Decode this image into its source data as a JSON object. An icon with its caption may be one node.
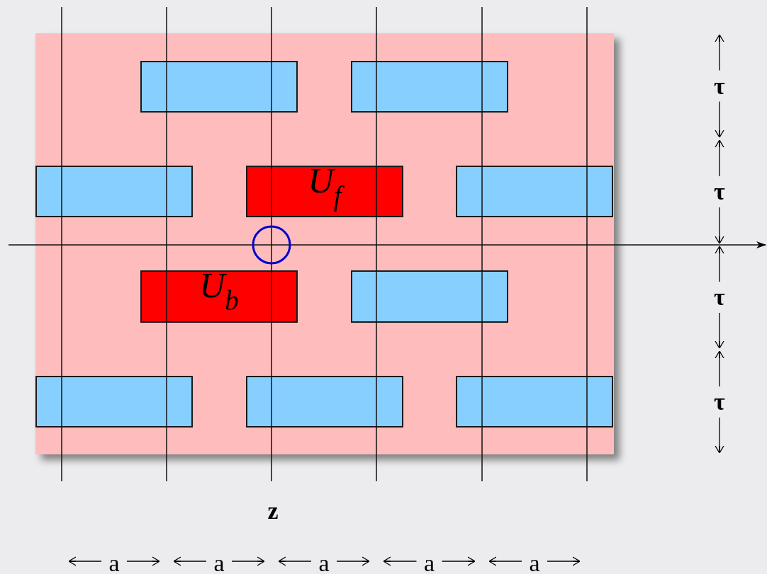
{
  "diagram": {
    "nodes": [
      {
        "text": [],
        "shape": "box"
      },
      {
        "text": [],
        "shape": "box",
        "in": 0
      },
      {
        "text": [],
        "shape": "box",
        "in": 0
      },
      {
        "text": [],
        "shape": "box",
        "in": 0
      },
      {
        "text": [
          "U$_{f}$"
        ],
        "in": 0
      },
      {
        "text": [],
        "shape": "box",
        "in": 0
      },
      {
        "text": [
          "U$_{b}$"
        ],
        "in": 0
      },
      {
        "text": [],
        "shape": "box",
        "in": 0
      },
      {
        "text": [],
        "shape": "box",
        "in": 0
      },
      {
        "text": [],
        "shape": "box",
        "in": 0
      },
      {
        "text": [],
        "shape": "box",
        "in": 0
      }
    ],
    "edges": [],
    "labels": [
      "τ",
      "τ",
      "τ",
      "τ",
      "z",
      "a",
      "a",
      "a",
      "a",
      "a"
    ]
  }
}
